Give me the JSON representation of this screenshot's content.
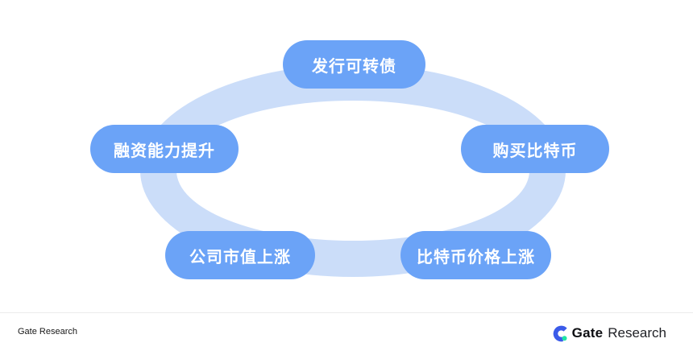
{
  "diagram": {
    "type": "cycle",
    "ring_color": "#CBDDF9",
    "node_fill_color": "#6BA3F7",
    "node_text_color": "#FFFFFF",
    "nodes": [
      {
        "id": "issue-convertible-bonds",
        "label": "发行可转债",
        "position": "top"
      },
      {
        "id": "buy-bitcoin",
        "label": "购买比特币",
        "position": "right"
      },
      {
        "id": "bitcoin-price-rises",
        "label": "比特币价格上涨",
        "position": "bottom-right"
      },
      {
        "id": "company-market-cap-rises",
        "label": "公司市值上涨",
        "position": "bottom-left"
      },
      {
        "id": "financing-capacity-up",
        "label": "融资能力提升",
        "position": "left"
      }
    ]
  },
  "footer": {
    "left_text": "Gate Research",
    "logo": {
      "brand": "Gate",
      "suffix": "Research",
      "icon_blue": "#3B5BE9",
      "icon_green": "#1FE5A5"
    }
  }
}
